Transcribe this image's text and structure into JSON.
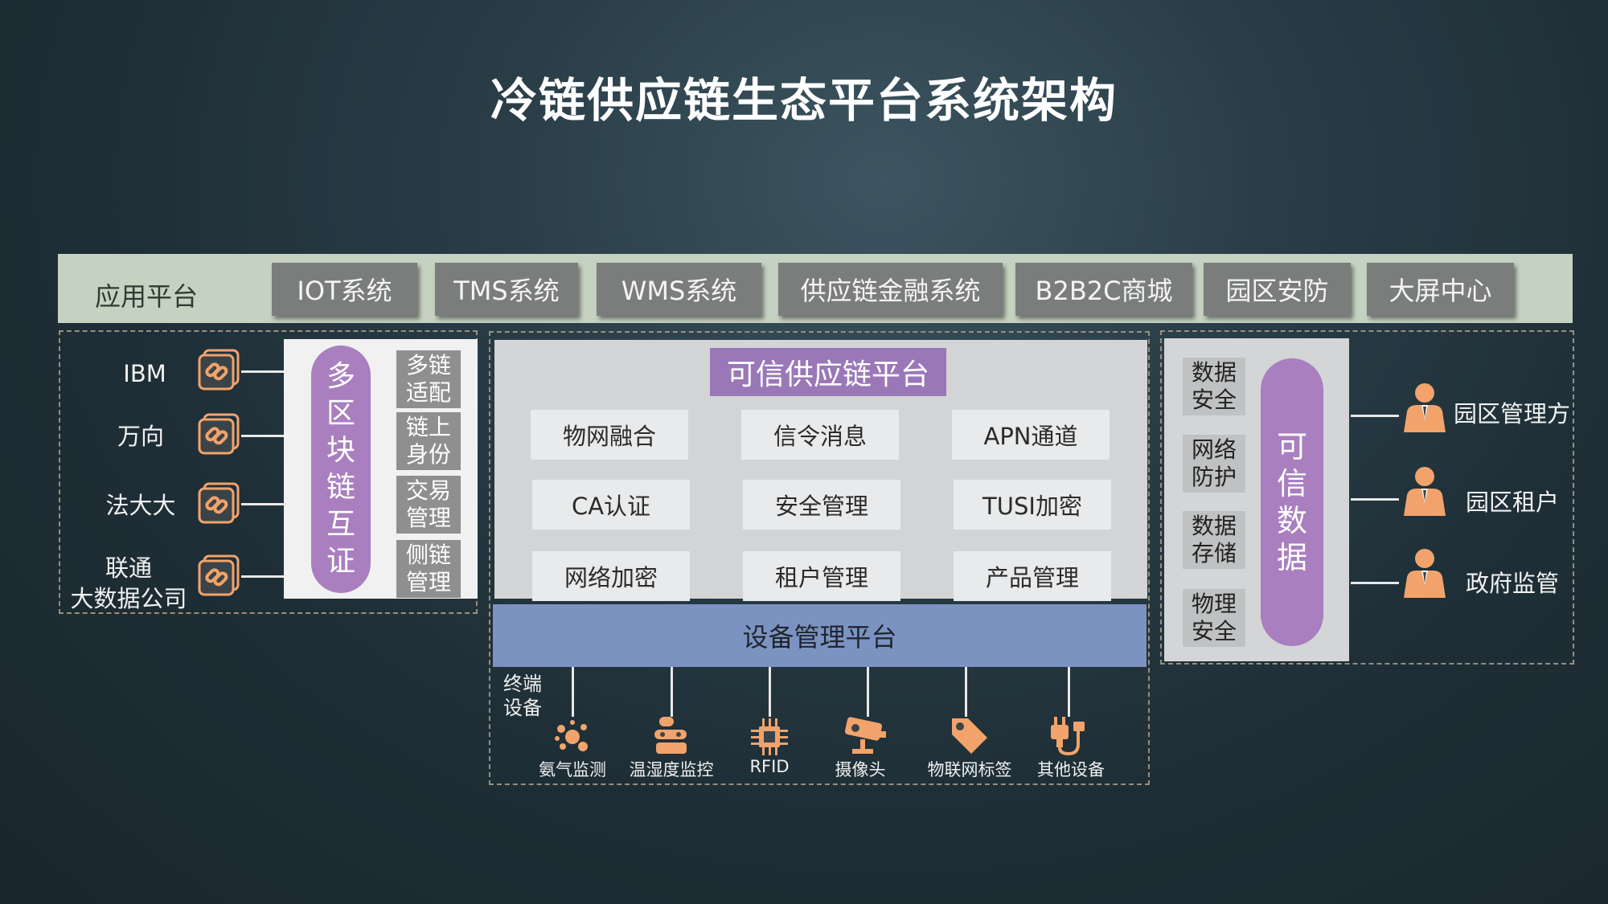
{
  "title": "冷链供应链生态平台系统架构",
  "app_platform": {
    "label": "应用平台",
    "items": [
      "IOT系统",
      "TMS系统",
      "WMS系统",
      "供应链金融系统",
      "B2B2C商城",
      "园区安防",
      "大屏中心"
    ]
  },
  "partners": [
    {
      "line1": "IBM",
      "line2": ""
    },
    {
      "line1": "万向",
      "line2": ""
    },
    {
      "line1": "法大大",
      "line2": ""
    },
    {
      "line1": "联通",
      "line2": "大数据公司"
    }
  ],
  "multichain": {
    "pill_chars": [
      "多",
      "区",
      "块",
      "链",
      "互",
      "证"
    ],
    "boxes": [
      {
        "l1": "多链",
        "l2": "适配"
      },
      {
        "l1": "链上",
        "l2": "身份"
      },
      {
        "l1": "交易",
        "l2": "管理"
      },
      {
        "l1": "侧链",
        "l2": "管理"
      }
    ]
  },
  "trusted_platform": {
    "title": "可信供应链平台",
    "cells": [
      "物网融合",
      "信令消息",
      "APN通道",
      "CA认证",
      "安全管理",
      "TUSI加密",
      "网络加密",
      "租户管理",
      "产品管理"
    ]
  },
  "device_platform": {
    "label": "设备管理平台",
    "terminal_label_l1": "终端",
    "terminal_label_l2": "设备",
    "devices": [
      {
        "label": "氨气监测",
        "icon": "gas-sensor-icon"
      },
      {
        "label": "温湿度监控",
        "icon": "thermometer-icon"
      },
      {
        "label": "RFID",
        "icon": "rfid-chip-icon"
      },
      {
        "label": "摄像头",
        "icon": "camera-icon"
      },
      {
        "label": "物联网标签",
        "icon": "tag-icon"
      },
      {
        "label": "其他设备",
        "icon": "plug-icon"
      }
    ]
  },
  "trusted_data": {
    "boxes": [
      {
        "l1": "数据",
        "l2": "安全"
      },
      {
        "l1": "网络",
        "l2": "防护"
      },
      {
        "l1": "数据",
        "l2": "存储"
      },
      {
        "l1": "物理",
        "l2": "安全"
      }
    ],
    "pill_chars": [
      "可",
      "信",
      "数",
      "据"
    ]
  },
  "roles": [
    "园区管理方",
    "园区租户",
    "政府监管"
  ],
  "colors": {
    "accent_purple": "#a97fbf",
    "icon_orange": "#f2a36b",
    "device_bar": "#7c93c1",
    "app_bar": "#c6d2c1"
  }
}
